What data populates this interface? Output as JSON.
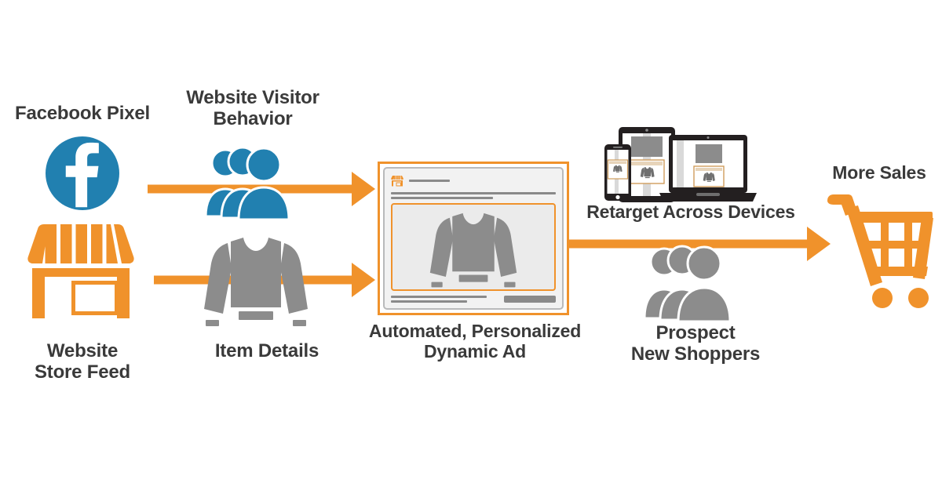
{
  "diagram": {
    "title": "Facebook Dynamic Ads Retargeting Flow",
    "background_color": "#ffffff",
    "accent_orange": "#f0922b",
    "facebook_blue": "#2180b0",
    "gray_icon": "#8c8c8c",
    "text_color": "#3a3a3a"
  },
  "labels": {
    "facebook_pixel": "Facebook Pixel",
    "website_visitor_behavior": "Website Visitor\nBehavior",
    "website_store_feed": "Website\nStore Feed",
    "item_details": "Item Details",
    "dynamic_ad": "Automated, Personalized\nDynamic Ad",
    "retarget_across_devices": "Retarget Across Devices",
    "prospect_new_shoppers": "Prospect\nNew Shoppers",
    "more_sales": "More Sales"
  },
  "icons": {
    "facebook_logo": "facebook-f-logo-icon",
    "storefront": "storefront-icon",
    "people_blue": "people-group-icon",
    "people_gray": "people-group-icon",
    "sweater": "sweater-garment-icon",
    "shopping_cart": "shopping-cart-icon",
    "phone": "smartphone-icon",
    "tablet": "tablet-icon",
    "laptop": "laptop-icon",
    "ad_brandmark": "storefront-small-icon"
  },
  "arrows": [
    {
      "name": "arrow-pixel-to-ad",
      "from": "facebook-pixel",
      "to": "dynamic-ad",
      "direction": "right"
    },
    {
      "name": "arrow-feed-to-ad",
      "from": "website-store-feed",
      "to": "dynamic-ad",
      "direction": "right"
    },
    {
      "name": "arrow-ad-to-sales",
      "from": "dynamic-ad",
      "to": "more-sales",
      "direction": "right"
    }
  ],
  "ad_mockup": {
    "name": "dynamic-ad-preview",
    "has_brand_row": true,
    "has_image_frame": true,
    "has_cta_button": true,
    "placeholder_product": "sweater"
  }
}
